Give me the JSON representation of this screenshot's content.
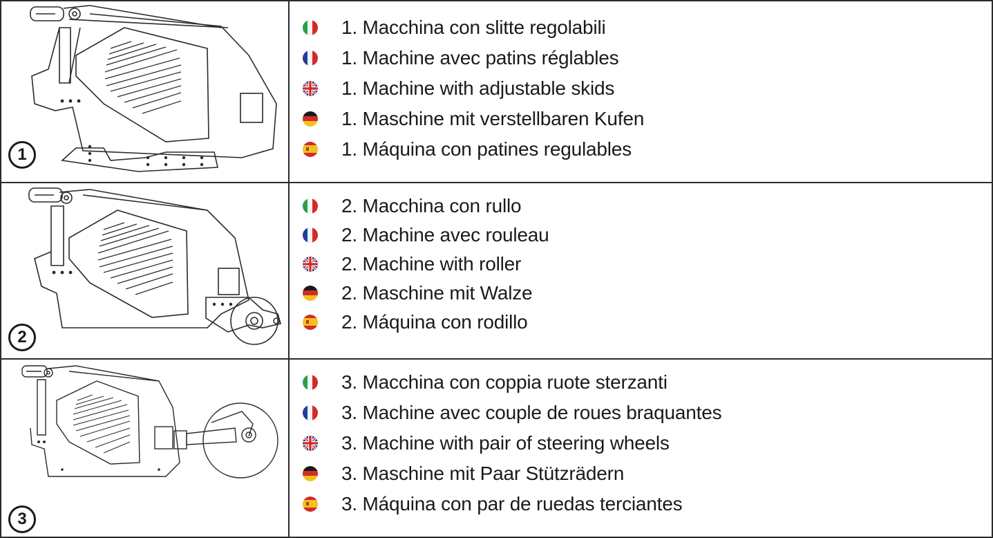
{
  "rows": [
    {
      "number": "1",
      "items": [
        {
          "lang": "it",
          "flag": "italy-flag-icon",
          "text": "1. Macchina con slitte regolabili"
        },
        {
          "lang": "fr",
          "flag": "france-flag-icon",
          "text": "1. Machine avec patins réglables"
        },
        {
          "lang": "en",
          "flag": "uk-flag-icon",
          "text": "1. Machine with adjustable skids"
        },
        {
          "lang": "de",
          "flag": "germany-flag-icon",
          "text": "1. Maschine mit verstellbaren Kufen"
        },
        {
          "lang": "es",
          "flag": "spain-flag-icon",
          "text": "1. Máquina con patines regulables"
        }
      ]
    },
    {
      "number": "2",
      "items": [
        {
          "lang": "it",
          "flag": "italy-flag-icon",
          "text": "2. Macchina con rullo"
        },
        {
          "lang": "fr",
          "flag": "france-flag-icon",
          "text": "2. Machine avec rouleau"
        },
        {
          "lang": "en",
          "flag": "uk-flag-icon",
          "text": "2. Machine with roller"
        },
        {
          "lang": "de",
          "flag": "germany-flag-icon",
          "text": "2. Maschine mit Walze"
        },
        {
          "lang": "es",
          "flag": "spain-flag-icon",
          "text": "2. Máquina con rodillo"
        }
      ]
    },
    {
      "number": "3",
      "items": [
        {
          "lang": "it",
          "flag": "italy-flag-icon",
          "text": "3. Macchina con coppia ruote sterzanti"
        },
        {
          "lang": "fr",
          "flag": "france-flag-icon",
          "text": "3. Machine avec couple de roues braquantes"
        },
        {
          "lang": "en",
          "flag": "uk-flag-icon",
          "text": "3. Machine with pair of steering wheels"
        },
        {
          "lang": "de",
          "flag": "germany-flag-icon",
          "text": "3. Maschine mit Paar Stützrädern"
        },
        {
          "lang": "es",
          "flag": "spain-flag-icon",
          "text": "3. Máquina con par de ruedas terciantes"
        }
      ]
    }
  ]
}
